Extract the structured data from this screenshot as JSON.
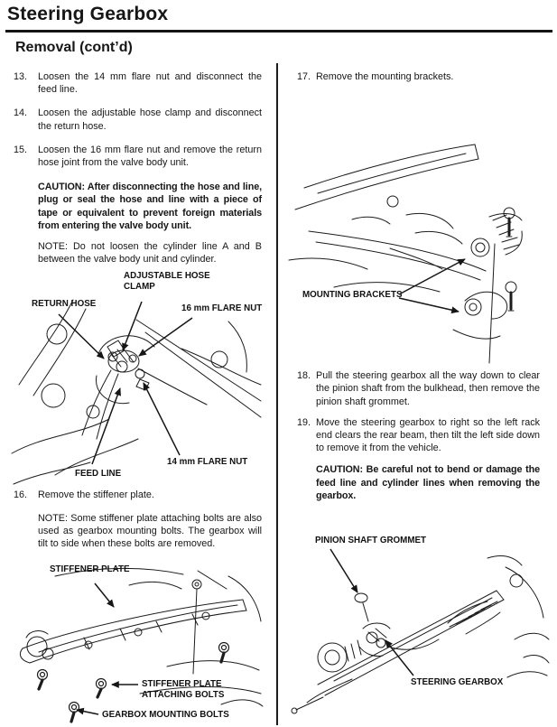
{
  "header": {
    "title": "Steering Gearbox",
    "section": "Removal (cont’d)"
  },
  "left": {
    "step13": {
      "num": "13.",
      "text": "Loosen the 14 mm flare nut and disconnect the feed line."
    },
    "step14": {
      "num": "14.",
      "text": "Loosen the adjustable hose clamp and disconnect the return hose."
    },
    "step15": {
      "num": "15.",
      "text": "Loosen the 16 mm flare nut and remove the return hose joint from the valve body unit."
    },
    "caution15": "CAUTION: After disconnecting the hose and line, plug or seal the hose and line with a piece of tape or equivalent to prevent foreign materials from entering the valve body unit.",
    "note15": "NOTE: Do not loosen the cylinder line A and B between the valve body unit and cylinder.",
    "step16": {
      "num": "16.",
      "text": "Remove the stiffener plate."
    },
    "note16": "NOTE: Some stiffener plate attaching bolts are also used as gearbox mounting bolts. The gearbox will tilt to side when these bolts are removed."
  },
  "right": {
    "step17": {
      "num": "17.",
      "text": "Remove the mounting brackets."
    },
    "step18": {
      "num": "18.",
      "text": "Pull the steering gearbox all the way down to clear the pinion shaft from the bulkhead, then remove the pinion shaft grommet."
    },
    "step19": {
      "num": "19.",
      "text": "Move the steering gearbox to right so the left rack end clears the rear beam, then tilt the left side down to remove it from the vehicle."
    },
    "caution19": "CAUTION: Be careful not to bend or damage the feed line and cylinder lines when removing the gearbox."
  },
  "fig1": {
    "labels": {
      "clamp": "ADJUSTABLE HOSE CLAMP",
      "return_hose": "RETURN HOSE",
      "flare16": "16 mm FLARE NUT",
      "flare14": "14 mm FLARE NUT",
      "feed_line": "FEED LINE"
    }
  },
  "fig2": {
    "labels": {
      "plate": "STIFFENER PLATE",
      "attach_bolts": "STIFFENER PLATE ATTACHING BOLTS",
      "mount_bolts": "GEARBOX MOUNTING BOLTS"
    }
  },
  "fig3": {
    "labels": {
      "brackets": "MOUNTING BRACKETS"
    }
  },
  "fig4": {
    "labels": {
      "grommet": "PINION SHAFT GROMMET",
      "gearbox": "STEERING GEARBOX"
    }
  }
}
